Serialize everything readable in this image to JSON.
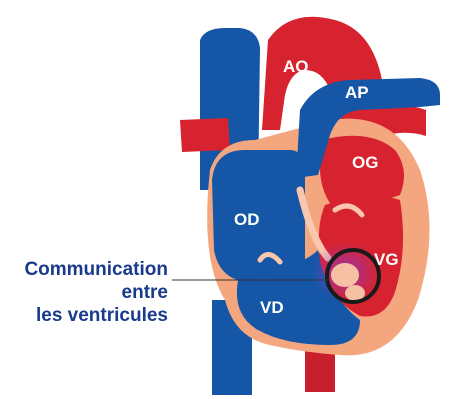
{
  "labels": {
    "ao": "AO",
    "ap": "AP",
    "og": "OG",
    "od": "OD",
    "vg": "VG",
    "vd": "VD"
  },
  "callout": {
    "line1": "Communication",
    "line2": "entre",
    "line3": "les ventricules"
  },
  "colors": {
    "oxygenated": "#d7232f",
    "deoxygenated": "#1556a7",
    "muscle": "#f4a77f",
    "callout_text": "#1a3a8c",
    "defect_ring": "#1a1a1a"
  }
}
